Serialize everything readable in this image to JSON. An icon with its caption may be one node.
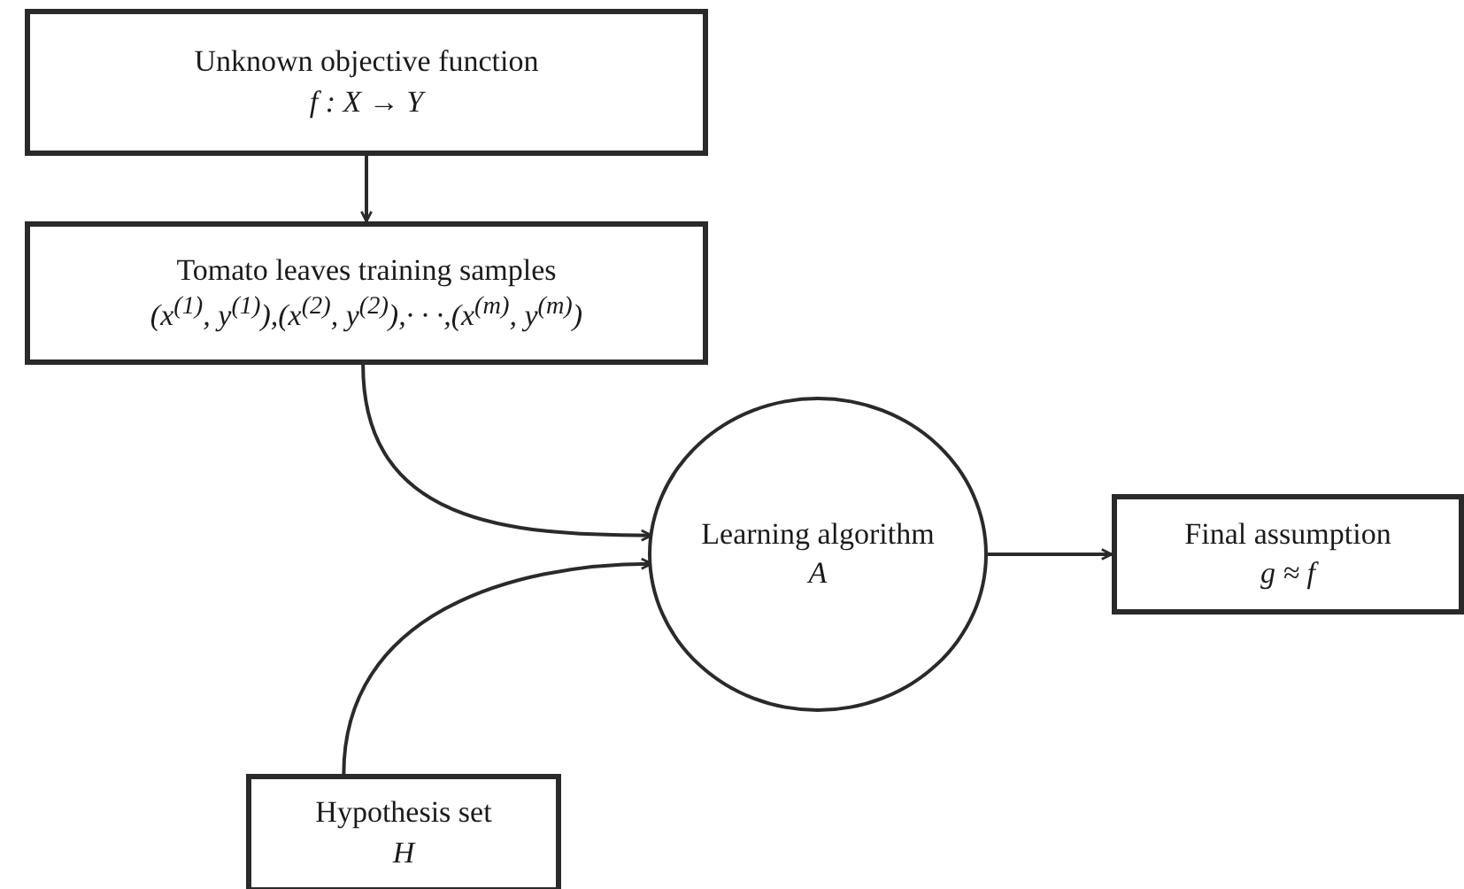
{
  "diagram": {
    "nodes": [
      {
        "text": [
          "Unknown objective function",
          "f : X → Y"
        ]
      },
      {
        "text": [
          "Tomato leaves training samples",
          "(x$^{(1)}$, y$^{(1)}$),(x$^{(2)}$, y$^{(2)}$),· · ·,(x$^{(m)}$, y$^{(m)}$)"
        ]
      },
      {
        "text": [
          "Learning algorithm",
          "A"
        ]
      },
      {
        "text": [
          "Final assumption",
          "g ≈ f"
        ]
      },
      {
        "text": [
          "Hypothesis set",
          "H"
        ]
      }
    ],
    "edges": [
      {
        "from": 0,
        "to": 1,
        "arrow": "to"
      },
      {
        "from": 1,
        "to": 2,
        "arrow": "to"
      },
      {
        "from": 4,
        "to": 2,
        "arrow": "to"
      },
      {
        "from": 2,
        "to": 3,
        "arrow": "to"
      }
    ]
  }
}
